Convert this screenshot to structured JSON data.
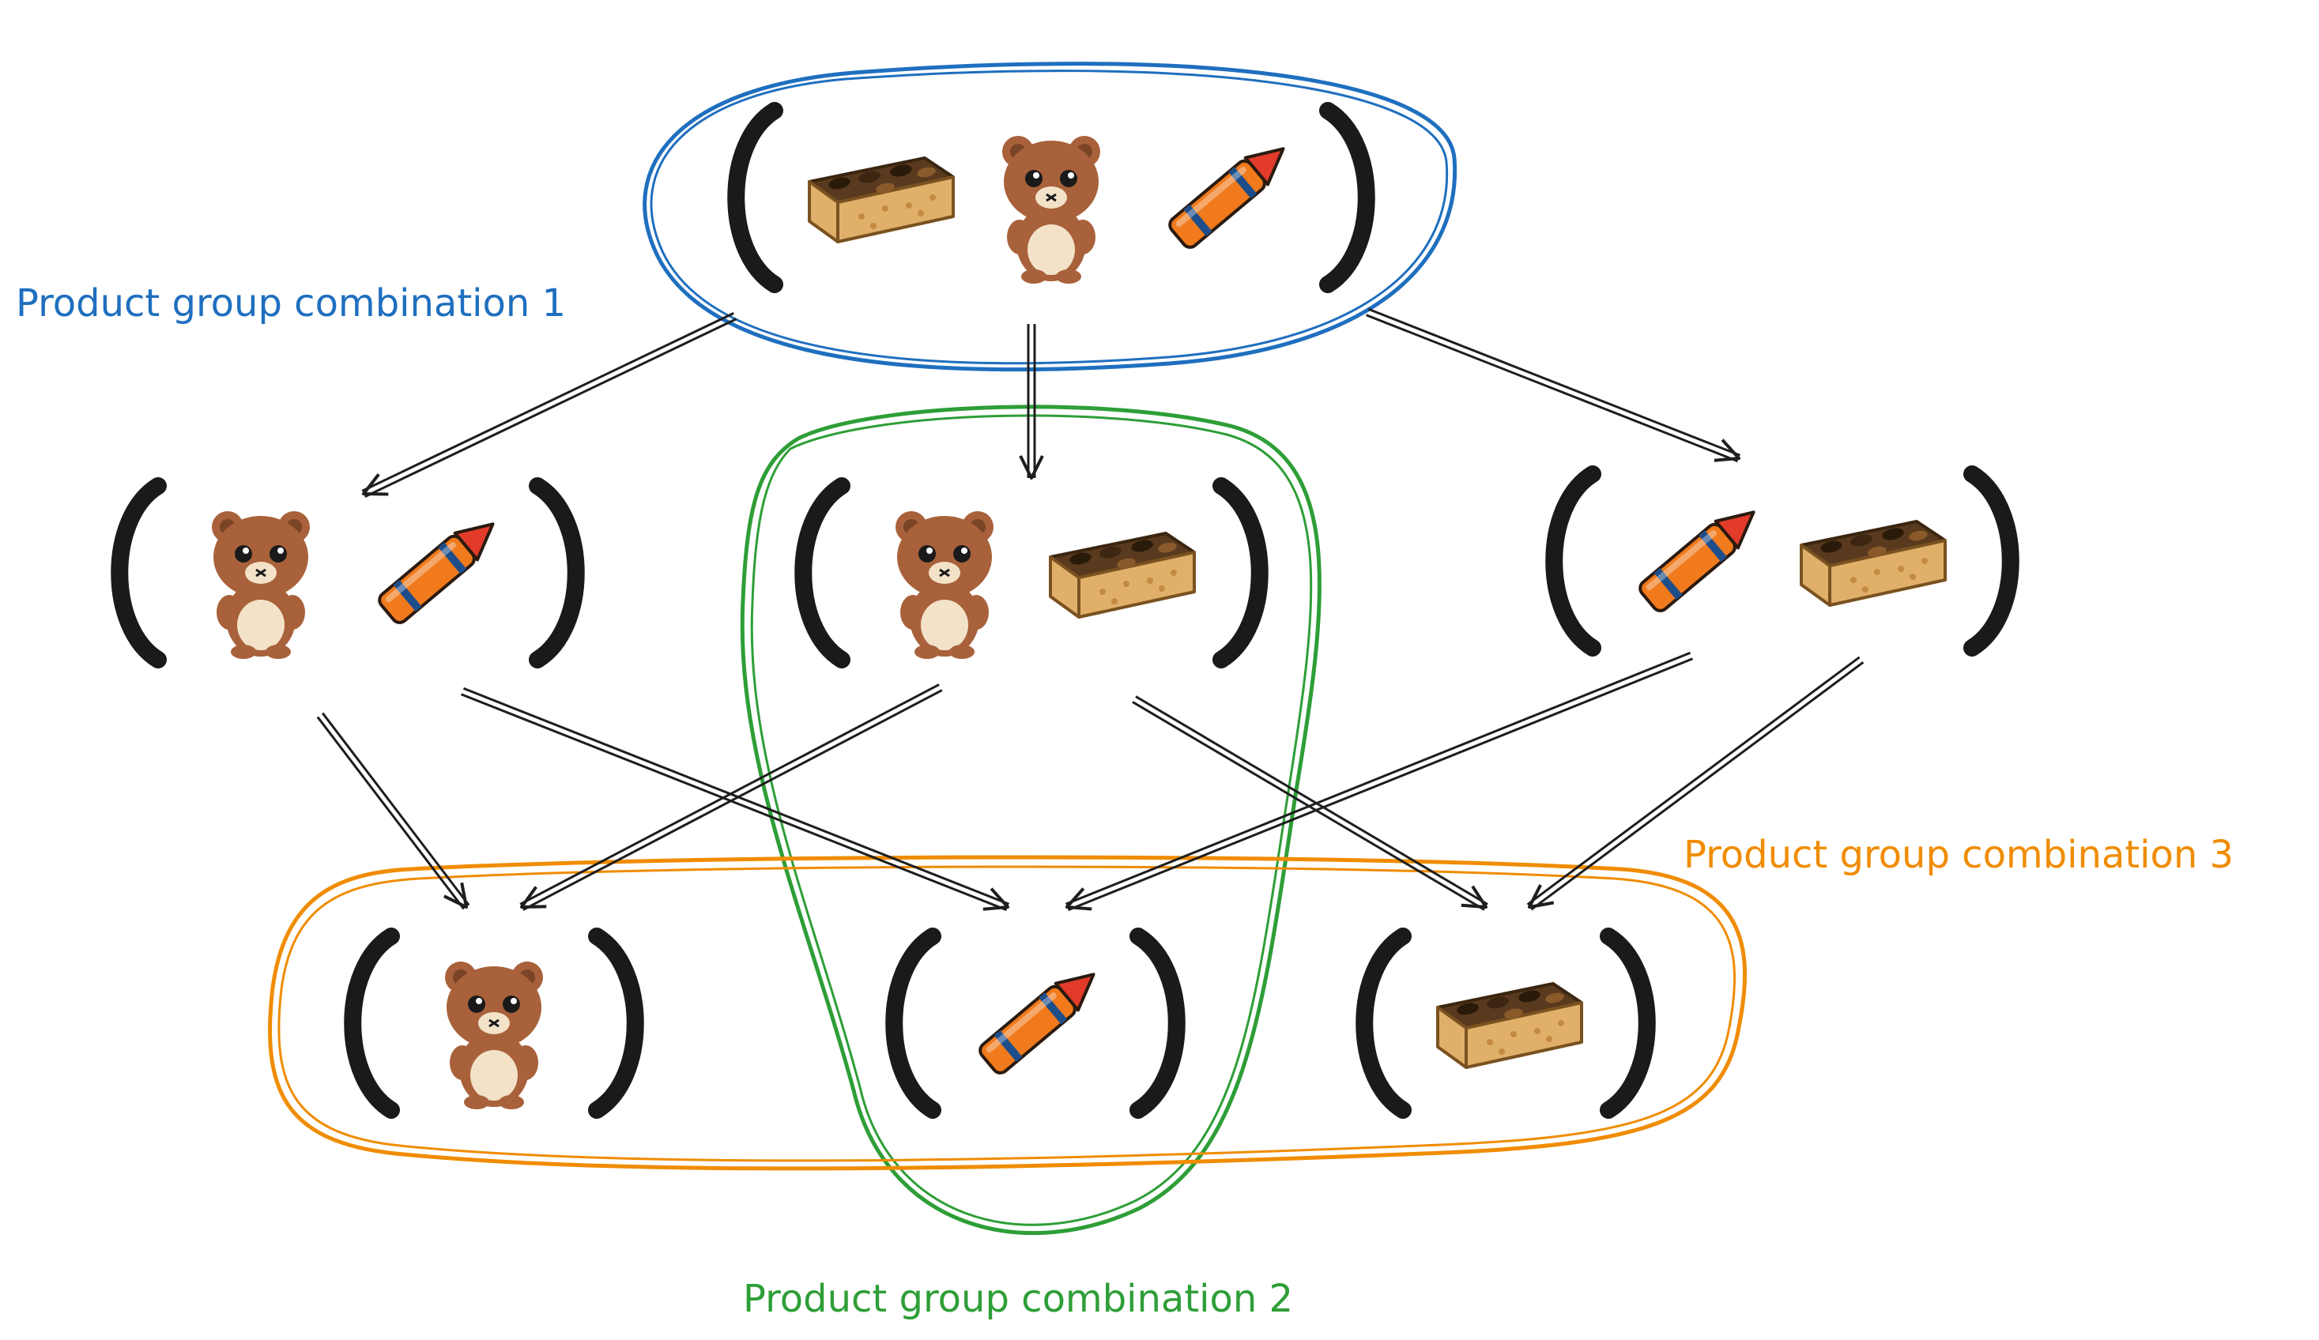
{
  "colors": {
    "group1": "#1f6fbf",
    "group2": "#2e9e37",
    "group3": "#f08c00",
    "ink": "#1e1e1e",
    "paren": "#1a1a1a",
    "bear_body": "#a8613a",
    "bear_belly": "#f3e2c8",
    "crayon_body": "#f07a1c",
    "crayon_stripe": "#1d4e8a",
    "crayon_tip": "#e23b2a",
    "bar_base": "#e0b06a",
    "bar_top": "#5a3a1e"
  },
  "labels": {
    "group1": "Product group combination 1",
    "group2": "Product group combination 2",
    "group3": "Product group combination 3"
  },
  "icons": {
    "bear": "teddy-bear-icon",
    "crayon": "crayon-icon",
    "bar": "granola-bar-icon"
  },
  "nodes": [
    {
      "id": "top",
      "items": [
        "bar",
        "bear",
        "crayon"
      ]
    },
    {
      "id": "mid-left",
      "items": [
        "bear",
        "crayon"
      ]
    },
    {
      "id": "mid-center",
      "items": [
        "bear",
        "bar"
      ]
    },
    {
      "id": "mid-right",
      "items": [
        "crayon",
        "bar"
      ]
    },
    {
      "id": "bottom-left",
      "items": [
        "bear"
      ]
    },
    {
      "id": "bottom-center",
      "items": [
        "crayon"
      ]
    },
    {
      "id": "bottom-right",
      "items": [
        "bar"
      ]
    }
  ],
  "edges": [
    {
      "from": "top",
      "to": "mid-left"
    },
    {
      "from": "top",
      "to": "mid-center"
    },
    {
      "from": "top",
      "to": "mid-right"
    },
    {
      "from": "mid-left",
      "to": "bottom-left"
    },
    {
      "from": "mid-left",
      "to": "bottom-center"
    },
    {
      "from": "mid-center",
      "to": "bottom-left"
    },
    {
      "from": "mid-center",
      "to": "bottom-right"
    },
    {
      "from": "mid-right",
      "to": "bottom-center"
    },
    {
      "from": "mid-right",
      "to": "bottom-right"
    }
  ]
}
